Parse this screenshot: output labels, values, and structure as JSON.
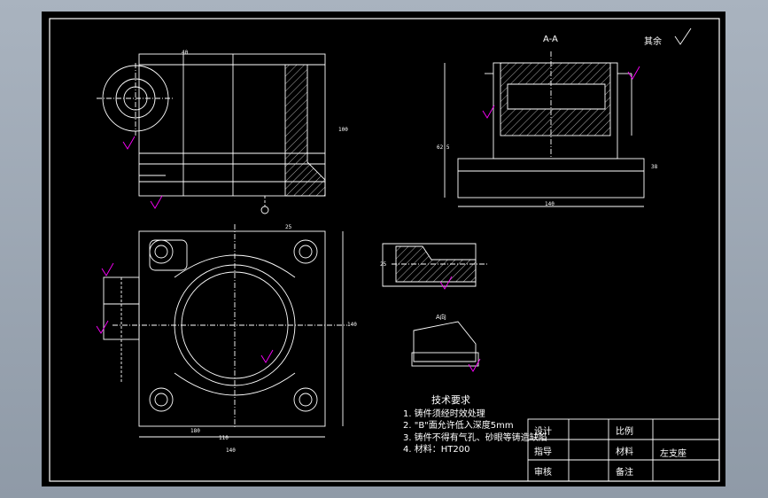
{
  "drawing": {
    "section_label": "A-A",
    "surface_finish_note": "其余",
    "detail_label": "A向",
    "dimensions": {
      "top_len_1": "40",
      "height_right": "100",
      "section_width": "140",
      "section_height": "62.5",
      "plan_width": "140",
      "plan_height": "140",
      "plan_offset": "25",
      "plan_dim_a": "110",
      "plan_dim_b": "180",
      "dim_25": "25",
      "dim_38": "38"
    }
  },
  "technical_requirements": {
    "title": "技术要求",
    "items": [
      "1. 铸件须经时效处理",
      "2. \"B\"面允许低入深度5mm",
      "3. 铸件不得有气孔、砂眼等铸造缺陷",
      "4. 材料：HT200"
    ]
  },
  "title_block": {
    "design": "设计",
    "scale": "比例",
    "guide": "指导",
    "material": "材料",
    "part_name": "左支座",
    "review": "审核",
    "remarks": "备注"
  },
  "colors": {
    "background": "#a9b3bf",
    "sheet": "#000000",
    "line": "#ffffff",
    "dimension": "#ffffff",
    "annotation": "#ff00ff"
  }
}
